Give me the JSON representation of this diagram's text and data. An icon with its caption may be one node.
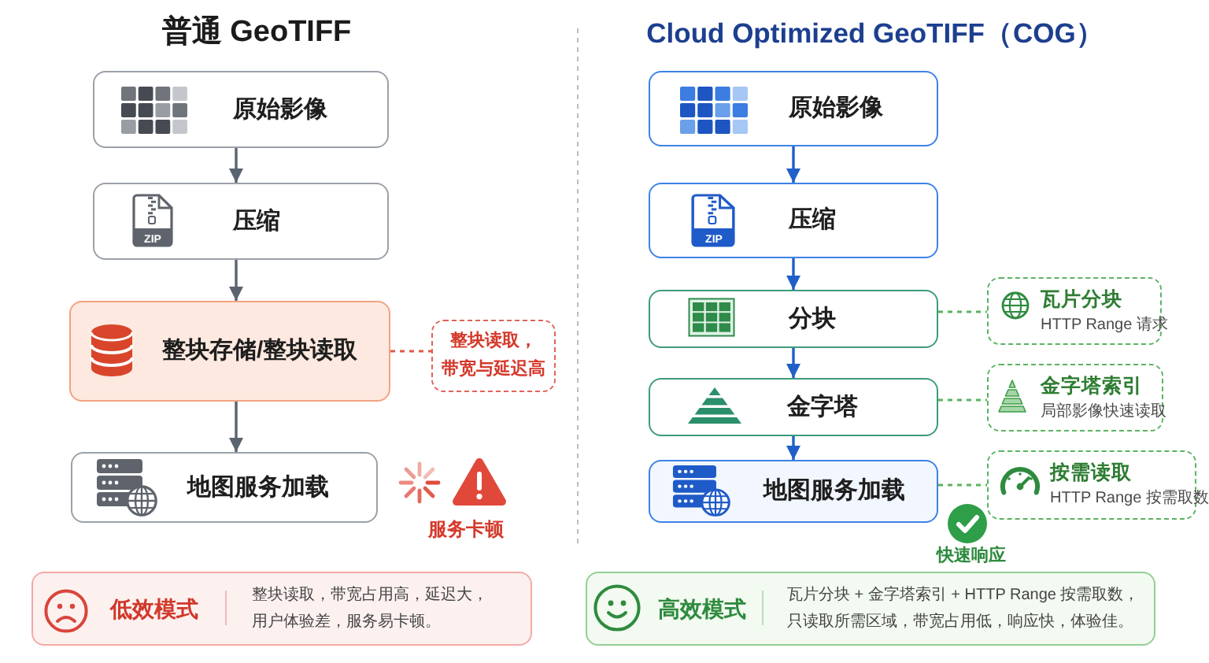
{
  "diagram": {
    "nodes": [
      {
        "text": [
          "原始影像"
        ]
      },
      {
        "text": [
          "压缩"
        ]
      },
      {
        "text": [
          "整块存储/整块读取"
        ]
      },
      {
        "text": [
          "整块读取，带宽与延迟高"
        ]
      },
      {
        "text": [
          "地图服务加载"
        ]
      },
      {
        "text": [
          "原始影像"
        ]
      },
      {
        "text": [
          "压缩"
        ]
      },
      {
        "text": [
          "分块"
        ]
      },
      {
        "text": [
          "金字塔"
        ]
      },
      {
        "text": [
          "地图服务加载"
        ]
      },
      {
        "text": [
          "瓦片分块",
          "HTTP Range 请求"
        ]
      },
      {
        "text": [
          "金字塔索引",
          "局部影像快速读取"
        ]
      },
      {
        "text": [
          "按需读取",
          "HTTP Range 按需取数"
        ]
      },
      {
        "text": [
          "低效模式",
          "整块读取，带宽占用高，延迟大，用户体验差，服务易卡顿。"
        ]
      },
      {
        "text": [
          "高效模式",
          "瓦片分块 + 金字塔索引 + HTTP Range 按需取数，只读取所需区域，带宽占用低，响应快，体验佳。"
        ]
      }
    ],
    "edges": [
      {
        "from": 0,
        "to": 1,
        "arrow": "to",
        "color": "#5a6370"
      },
      {
        "from": 1,
        "to": 2,
        "arrow": "to",
        "color": "#5a6370"
      },
      {
        "from": 2,
        "to": 3,
        "arrow": "none",
        "style": "dashed",
        "color": "#e05a4a"
      },
      {
        "from": 2,
        "to": 4,
        "arrow": "to",
        "color": "#5a6370"
      },
      {
        "from": 5,
        "to": 6,
        "arrow": "to"
      },
      {
        "from": 6,
        "to": 7,
        "arrow": "to"
      },
      {
        "from": 7,
        "to": 8,
        "arrow": "to"
      },
      {
        "from": 8,
        "to": 9,
        "arrow": "to"
      },
      {
        "from": 7,
        "to": 10,
        "arrow": "none",
        "style": "dashed",
        "color": "#5bb35f"
      },
      {
        "from": 8,
        "to": 11,
        "arrow": "none",
        "style": "dashed",
        "color": "#5bb35f"
      },
      {
        "from": 9,
        "to": 12,
        "arrow": "none",
        "style": "dashed",
        "color": "#5bb35f"
      }
    ],
    "labels": [
      "普通 GeoTIFF",
      "Cloud Optimized GeoTIFF（COG）",
      "ZIP",
      "服务卡顿",
      "ZIP",
      "快速响应"
    ]
  }
}
